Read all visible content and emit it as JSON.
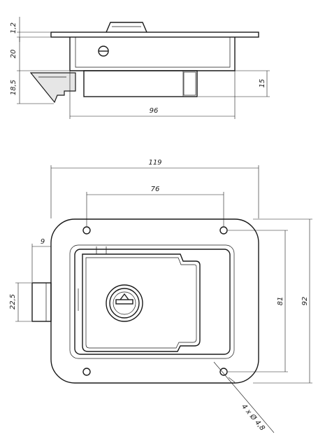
{
  "side_view": {
    "dims": {
      "flange_thickness": "1,2",
      "body_depth": "20",
      "latch_depth": "18,5",
      "bolt_height": "15",
      "body_width": "96"
    }
  },
  "front_view": {
    "dims": {
      "overall_width": "119",
      "hole_spacing_x": "76",
      "latch_offset": "9",
      "latch_height": "22,5",
      "hole_spacing_y": "81",
      "overall_height": "92",
      "hole_diameter": "4 x Ø 4,8"
    }
  }
}
